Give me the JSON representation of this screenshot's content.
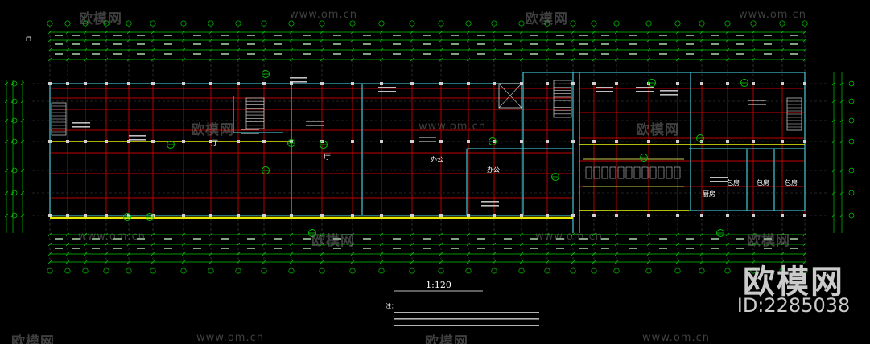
{
  "drawing": {
    "scale_label": "1:120",
    "notes_label": "注：",
    "room_labels": [
      "厅",
      "厅",
      "办公",
      "办公",
      "厨房",
      "包房",
      "包房",
      "包房"
    ]
  },
  "watermarks": {
    "logo_text": "欧模网",
    "url_text": "www.om.cn"
  },
  "brand": {
    "logo_text": "欧模网",
    "id_text": "ID:2285038"
  },
  "colors": {
    "background": "#000000",
    "grid": "#00c800",
    "walls": "#3fb8c8",
    "beams": "#c00000",
    "highlight": "#e8e800",
    "text": "#ffffff"
  }
}
